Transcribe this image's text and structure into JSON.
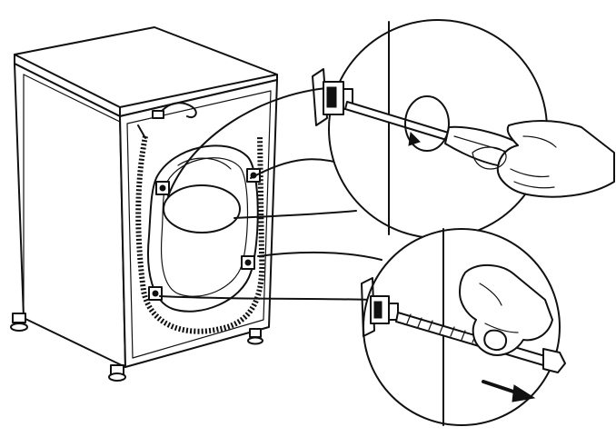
{
  "figure": {
    "type": "installation-illustration",
    "panels": [
      {
        "name": "machine-rear-view"
      },
      {
        "name": "detail-unscrew-transit-bolt",
        "tool": "screwdriver-icon",
        "motion": "counter-clockwise-rotation-arrow-icon"
      },
      {
        "name": "detail-pull-out-transit-bolt",
        "motion": "pull-direction-arrow-icon"
      }
    ],
    "colors": {
      "line": "#111111",
      "background": "#ffffff"
    }
  }
}
